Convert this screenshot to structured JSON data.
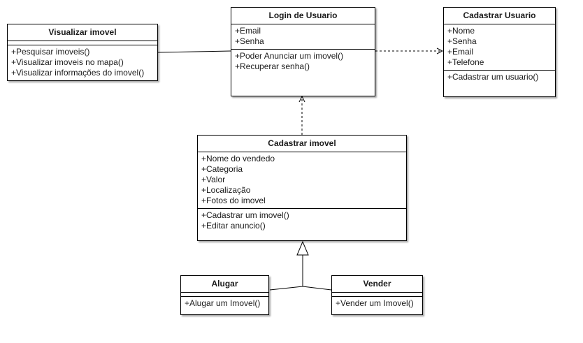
{
  "classes": {
    "visualizar": {
      "name": "Visualizar imovel",
      "attributes": [],
      "methods": [
        "+Pesquisar imoveis()",
        "+Visualizar imoveis no mapa()",
        "+Visualizar informações do imovel()"
      ]
    },
    "login": {
      "name": "Login de Usuario",
      "attributes": [
        "+Email",
        "+Senha"
      ],
      "methods": [
        "+Poder Anunciar um imovel()",
        "+Recuperar senha()"
      ]
    },
    "cadastrar_usuario": {
      "name": "Cadastrar Usuario",
      "attributes": [
        "+Nome",
        "+Senha",
        "+Email",
        "+Telefone"
      ],
      "methods": [
        "+Cadastrar um usuario()"
      ]
    },
    "cadastrar_imovel": {
      "name": "Cadastrar imovel",
      "attributes": [
        "+Nome do vendedo",
        "+Categoria",
        "+Valor",
        "+Localização",
        "+Fotos do imovel"
      ],
      "methods": [
        "+Cadastrar um imovel()",
        "+Editar anuncio()"
      ]
    },
    "alugar": {
      "name": "Alugar",
      "attributes": [],
      "methods": [
        "+Alugar um Imovel()"
      ]
    },
    "vender": {
      "name": "Vender",
      "attributes": [],
      "methods": [
        "+Vender um Imovel()"
      ]
    }
  }
}
